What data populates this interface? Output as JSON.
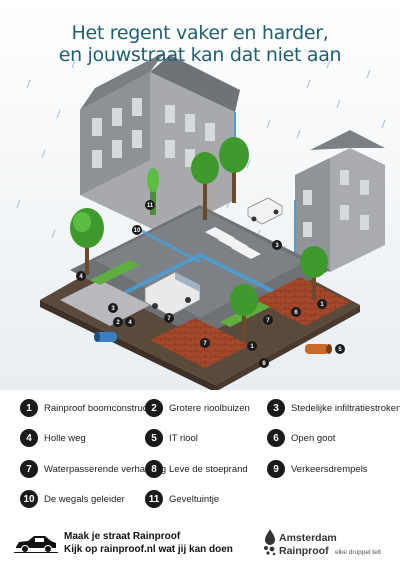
{
  "title": {
    "line1": "Het regent vaker en harder,",
    "line2": "en jouwstraat  kan dat niet aan"
  },
  "legend": [
    {
      "num": "1",
      "label": "Rainproof boomconstructie"
    },
    {
      "num": "2",
      "label": "Grotere rioolbuizen"
    },
    {
      "num": "3",
      "label": "Stedelijke infiltratiestroken"
    },
    {
      "num": "4",
      "label": "Holle weg"
    },
    {
      "num": "5",
      "label": "IT riool"
    },
    {
      "num": "6",
      "label": "Open goot"
    },
    {
      "num": "7",
      "label": "Waterpasserende verharding"
    },
    {
      "num": "8",
      "label": "Leve de stoeprand"
    },
    {
      "num": "9",
      "label": "Verkeersdrempels"
    },
    {
      "num": "10",
      "label": "De wegals geleider"
    },
    {
      "num": "11",
      "label": "Geveltuintje"
    }
  ],
  "footer": {
    "line1": "Maak je straat Rainproof",
    "line2": "Kijk op rainproof.nl wat jij kan doen"
  },
  "logo": {
    "line1": "Amsterdam",
    "line2": "Rainproof",
    "tagline": "elke druppel telt"
  },
  "colors": {
    "title": "#1f5f74",
    "sky": "#eef4f7",
    "rain": "#7ea3c6",
    "water": "#4aa0d8",
    "tree": "#3e9a2c",
    "brick": "#a3482a",
    "badge": "#1a1a1a"
  },
  "icons": [
    "car-icon",
    "raindrops-logo-icon"
  ]
}
